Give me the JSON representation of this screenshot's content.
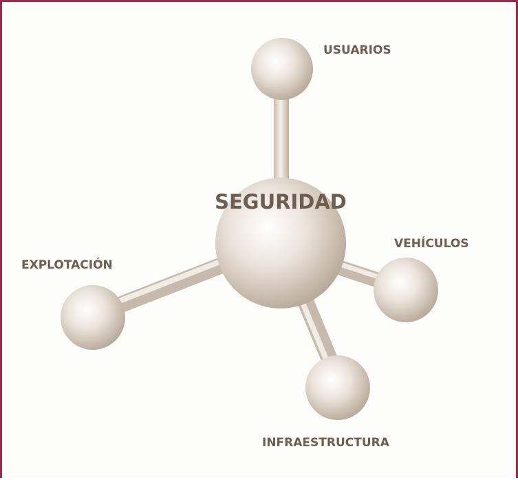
{
  "diagram": {
    "center_label": "SEGURIDAD",
    "nodes": {
      "usuarios": "USUARIOS",
      "vehiculos": "VEHÍCULOS",
      "explotacion": "EXPLOTACIÓN",
      "infraestructura": "INFRAESTRUCTURA"
    },
    "colors": {
      "frame": "#9e2a4a",
      "label": "#6e5d51",
      "sphere_light": "#ffffff",
      "sphere_mid": "#ece4dc",
      "sphere_dark": "#bdae9f"
    }
  }
}
